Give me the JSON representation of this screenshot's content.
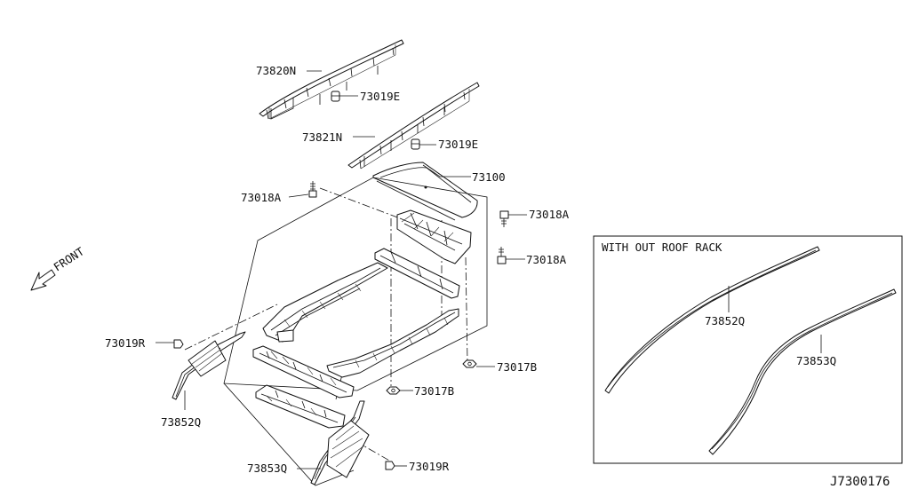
{
  "labels": {
    "roof_rail_left": "73820N",
    "clip_upper": "73019E",
    "roof_rail_right": "73821N",
    "clip_lower": "73019E",
    "roof_panel": "73100",
    "bolt_left": "73018A",
    "bolt_right_upper": "73018A",
    "bolt_right_lower": "73018A",
    "clip_r_left": "73019R",
    "molding_left": "73852Q",
    "nut_right": "73017B",
    "nut_center": "73017B",
    "molding_bottom": "73853Q",
    "clip_r_bottom": "73019R"
  },
  "front_label": "FRONT",
  "inset": {
    "title": "WITH OUT ROOF RACK",
    "part_a": "73852Q",
    "part_b": "73853Q"
  },
  "figure_id": "J7300176"
}
